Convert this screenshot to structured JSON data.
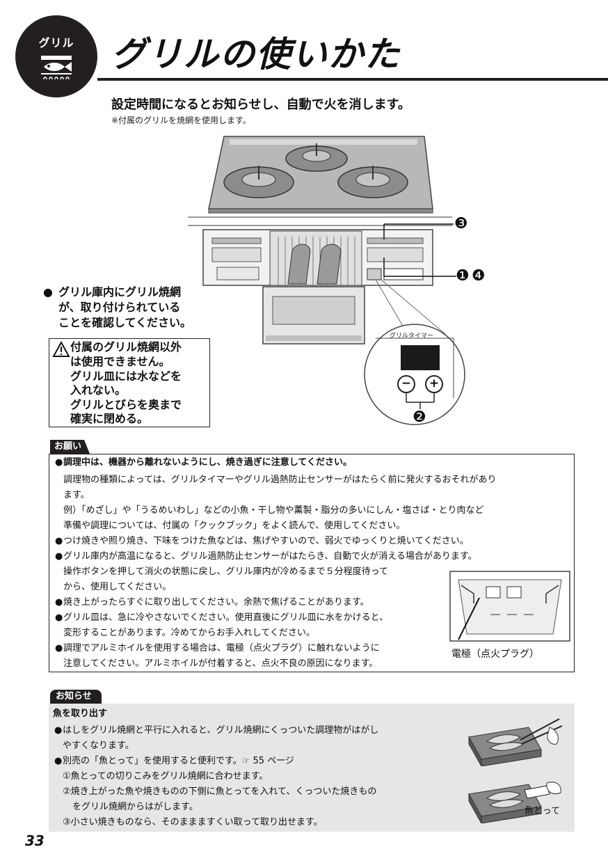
{
  "header": {
    "badge_label": "グリル",
    "title": "グリルの使いかた"
  },
  "intro": {
    "lead": "設定時間になるとお知らせし、自動で火を消します。",
    "note": "※付属のグリルを焼網を使用します。"
  },
  "figure": {
    "callout_bullet": "●",
    "callout_lines": [
      "グリル庫内にグリル焼網",
      "が、取り付けられている",
      "ことを確認してください。"
    ],
    "marker_3": "❸",
    "marker_1": "❶",
    "marker_4": "❹",
    "marker_2": "❷",
    "timer_label": "グリルタイマー",
    "minus": "−",
    "plus": "+"
  },
  "warning": {
    "lines": [
      "付属のグリル焼網以外",
      "は使用できません。",
      "グリル皿には水などを",
      "入れない。",
      "グリルとびらを奥まで",
      "確実に閉める。"
    ]
  },
  "request": {
    "tab": "お願い",
    "items": [
      {
        "bullet": "●",
        "text": "調理中は、機器から離れないようにし、焼き過ぎに注意してください。"
      },
      {
        "bullet": "",
        "text": "調理物の種類によっては、グリルタイマーやグリル過熱防止センサーがはたらく前に発火するおそれがあり"
      },
      {
        "bullet": "",
        "text": "ます。"
      },
      {
        "bullet": "",
        "text": "例）「めざし」や「うるめいわし」などの小魚・干し物や薫製・脂分の多いにしん・塩さば・とり肉など"
      },
      {
        "bullet": "",
        "text": "準備や調理については、付属の「クックブック」をよく読んで、使用してください。"
      },
      {
        "bullet": "●",
        "text": "つけ焼きや照り焼き、下味をつけた魚などは、焦げやすいので、弱火でゆっくりと焼いてください。"
      },
      {
        "bullet": "●",
        "text": "グリル庫内が高温になると、グリル過熱防止センサーがはたらき、自動で火が消える場合があります。"
      },
      {
        "bullet": "",
        "text": "操作ボタンを押して消火の状態に戻し、グリル庫内が冷めるまで５分程度待って"
      },
      {
        "bullet": "",
        "text": "から、使用してください。"
      },
      {
        "bullet": "●",
        "text": "焼き上がったらすぐに取り出してください。余熱で焦げることがあります。"
      },
      {
        "bullet": "●",
        "text": "グリル皿は、急に冷やさないでください。使用直後にグリル皿に水をかけると、"
      },
      {
        "bullet": "",
        "text": "変形することがあります。冷めてからお手入れしてください。"
      },
      {
        "bullet": "●",
        "text": "調理でアルミホイルを使用する場合は、電極（点火プラグ）に触れないように"
      },
      {
        "bullet": "",
        "text": "注意してください。アルミホイルが付着すると、点火不良の原因になります。"
      }
    ],
    "figure_caption": "電極（点火プラグ）"
  },
  "notice": {
    "tab": "お知らせ",
    "heading": "魚を取り出す",
    "items": [
      {
        "bullet": "●",
        "text": "はしをグリル焼網と平行に入れると、グリル焼網にくっついた調理物がはがし"
      },
      {
        "bullet": "",
        "text": "やすくなります。"
      },
      {
        "bullet": "●",
        "text": "別売の「魚とって」を使用すると便利です。☞ 55 ページ"
      },
      {
        "bullet": "",
        "text": "①魚とっての切りこみをグリル焼網に合わせます。"
      },
      {
        "bullet": "",
        "text": "②焼き上がった魚や焼きものの下側に魚とってを入れて、くっついた焼きもの"
      },
      {
        "bullet": "",
        "text": "をグリル焼網からはがします。"
      },
      {
        "bullet": "",
        "text": "③小さい焼きものなら、そのままますくい取って取り出せます。"
      }
    ],
    "tool_caption": "魚とって"
  },
  "page_number": "33"
}
